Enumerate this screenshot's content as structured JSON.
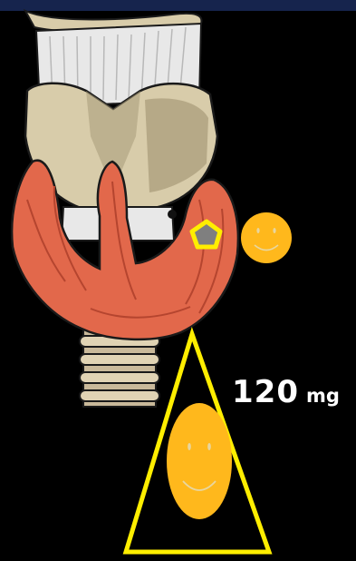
{
  "figure": {
    "label_value": "120",
    "label_unit": "mg"
  },
  "colors": {
    "background": "#000000",
    "top_band": "#16244d",
    "thyroid": "#e2684b",
    "thyroid_dark": "#b5452f",
    "cartilage": "#d8ccaa",
    "cartilage_shadow": "#a89a78",
    "membrane": "#e8e8e8",
    "trachea_ring": "#c9b99a",
    "highlight_outline": "#ffee00",
    "nodule_fill": "#7f7f7f",
    "smiley": "#ffb81c",
    "smiley_face": "#e8d6a0"
  },
  "icons": [
    "larynx-thyroid-illustration",
    "pentagon-nodule-icon",
    "small-smiley-icon",
    "large-smiley-icon",
    "triangle-outline"
  ]
}
